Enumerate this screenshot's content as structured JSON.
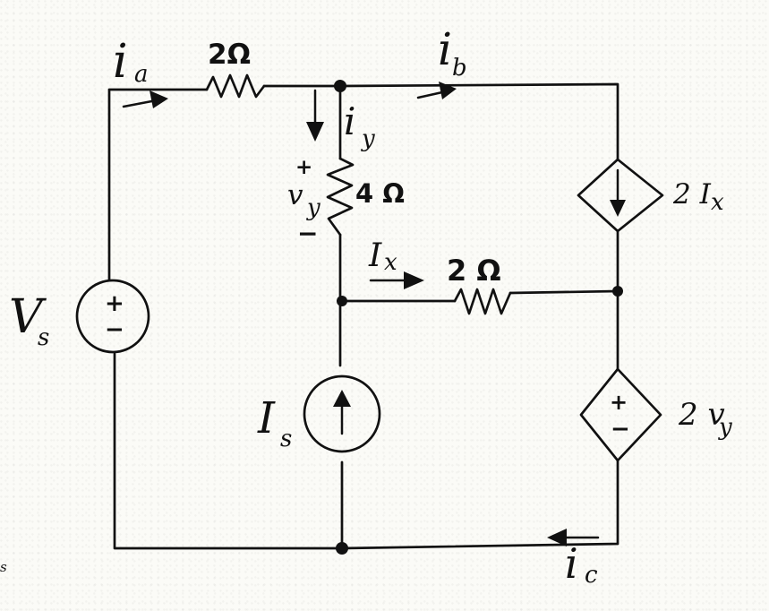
{
  "labels": {
    "ia_main": "i",
    "ia_sub": "a",
    "r_top": "2Ω",
    "ib_main": "i",
    "ib_sub": "b",
    "iy_main": "i",
    "iy_sub": "y",
    "vy_plus": "+",
    "vy_main": "v",
    "vy_sub": "y",
    "vy_minus": "−",
    "r_mid": "4 Ω",
    "ix_main": "I",
    "ix_sub": "x",
    "r_right": "2 Ω",
    "dep_current": "2 I",
    "dep_current_sub": "x",
    "vs_main": "V",
    "vs_sub": "s",
    "is_main": "I",
    "is_sub": "s",
    "dep_voltage": "2 v",
    "dep_voltage_sub": "y",
    "ic_main": "i",
    "ic_sub": "c",
    "edge_mark": "s",
    "source_plus": "+",
    "source_minus": "−"
  }
}
